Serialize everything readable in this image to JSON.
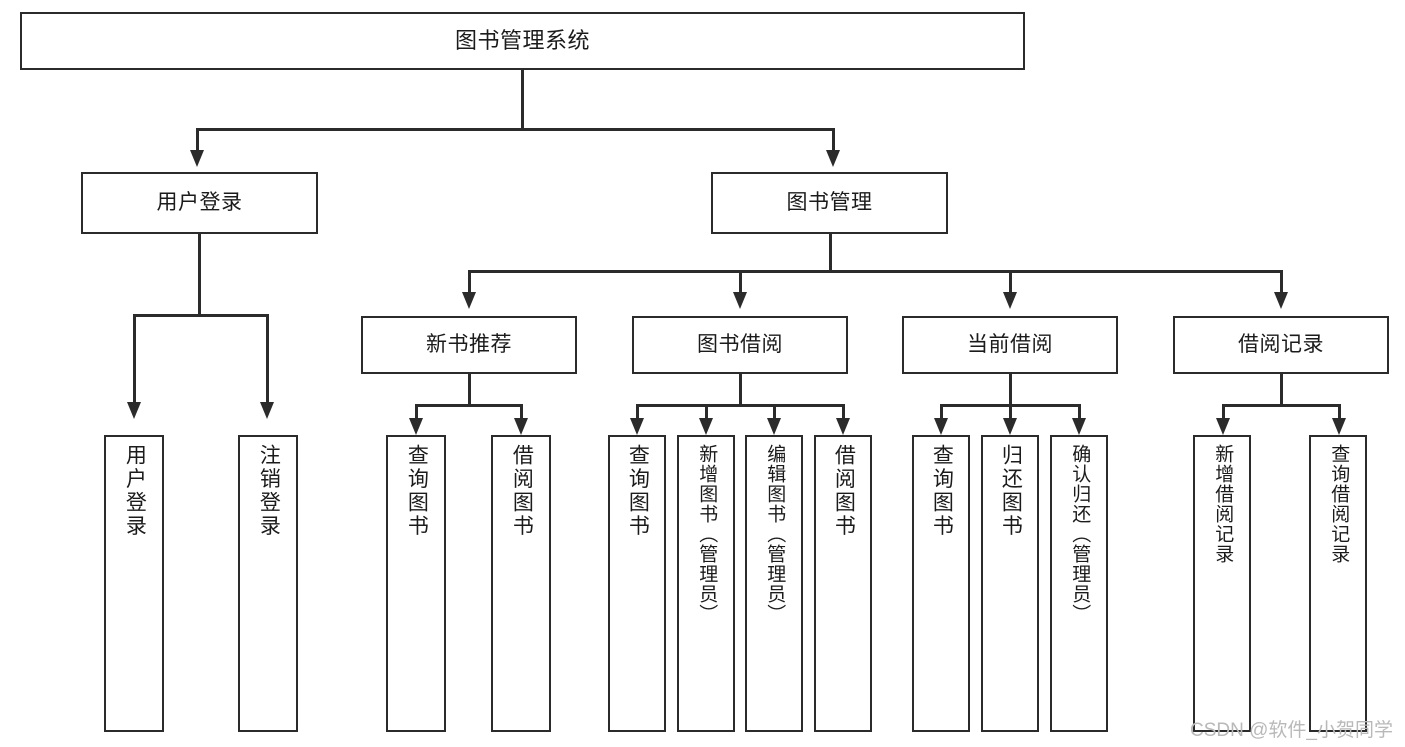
{
  "diagram": {
    "title": "图书管理系统",
    "type": "tree-diagram",
    "root": {
      "id": "root",
      "label": "图书管理系统"
    },
    "level1": [
      {
        "id": "user-login",
        "label": "用户登录"
      },
      {
        "id": "book-manage",
        "label": "图书管理"
      }
    ],
    "level2": [
      {
        "id": "new-book-rec",
        "label": "新书推荐",
        "parent": "book-manage"
      },
      {
        "id": "book-borrow",
        "label": "图书借阅",
        "parent": "book-manage"
      },
      {
        "id": "current-borrow",
        "label": "当前借阅",
        "parent": "book-manage"
      },
      {
        "id": "borrow-record",
        "label": "借阅记录",
        "parent": "book-manage"
      }
    ],
    "leaves": {
      "user-login": [
        {
          "id": "leaf-user-login",
          "label": "用户登录"
        },
        {
          "id": "leaf-user-logout",
          "label": "注销登录"
        }
      ],
      "new-book-rec": [
        {
          "id": "leaf-query-book-1",
          "label": "查询图书"
        },
        {
          "id": "leaf-borrow-book-1",
          "label": "借阅图书"
        }
      ],
      "book-borrow": [
        {
          "id": "leaf-query-book-2",
          "label": "查询图书"
        },
        {
          "id": "leaf-add-book",
          "label": "新增图书（管理员）"
        },
        {
          "id": "leaf-edit-book",
          "label": "编辑图书（管理员）"
        },
        {
          "id": "leaf-borrow-book-2",
          "label": "借阅图书"
        }
      ],
      "current-borrow": [
        {
          "id": "leaf-query-book-3",
          "label": "查询图书"
        },
        {
          "id": "leaf-return-book",
          "label": "归还图书"
        },
        {
          "id": "leaf-confirm-return",
          "label": "确认归还（管理员）"
        }
      ],
      "borrow-record": [
        {
          "id": "leaf-add-record",
          "label": "新增借阅记录"
        },
        {
          "id": "leaf-query-record",
          "label": "查询借阅记录"
        }
      ]
    }
  },
  "watermark": {
    "text": "CSDN @软件_小贺同学"
  },
  "colors": {
    "stroke": "#2b2b2b",
    "fill": "#ffffff",
    "text": "#1b1b1b",
    "watermark": "#b9b9b9"
  }
}
